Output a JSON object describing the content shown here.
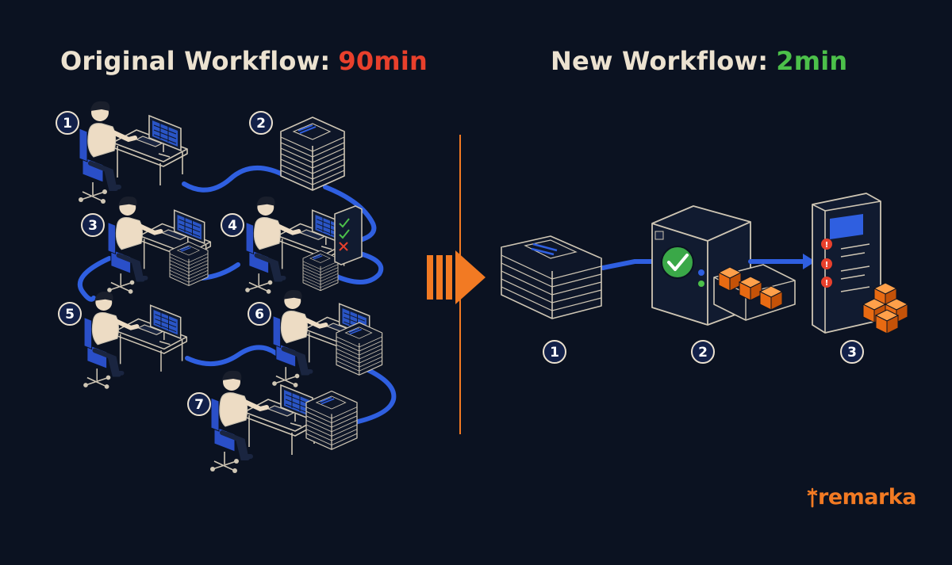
{
  "left_panel": {
    "title_label": "Original Workflow:",
    "time_label": "90min",
    "time_color": "#e8402c",
    "steps": [
      "1",
      "2",
      "3",
      "4",
      "5",
      "6",
      "7"
    ]
  },
  "right_panel": {
    "title_label": "New Workflow:",
    "time_label": "2min",
    "time_color": "#4cc04a",
    "steps": [
      "1",
      "2",
      "3"
    ]
  },
  "colors": {
    "background": "#0b1221",
    "connector": "#2f5fe0",
    "accent": "#f27a23",
    "line_art": "#cfc6b4",
    "worker_shirt": "#eddcc4",
    "chair": "#2a4fc8"
  },
  "icons": {
    "transition": "orange-arrow-icon",
    "check": "checkmark-icon",
    "alert": "alert-icon",
    "boxes": "box-stack-icon"
  },
  "brand": {
    "name": "remarka"
  }
}
